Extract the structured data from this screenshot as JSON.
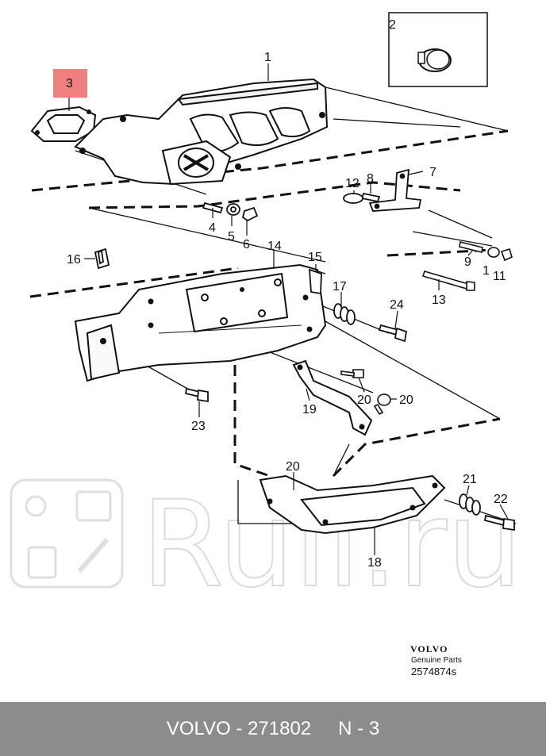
{
  "callouts": {
    "c1": "1",
    "c2": "2",
    "c3": "3",
    "c4": "4",
    "c5": "5",
    "c6": "6",
    "c7": "7",
    "c8": "8",
    "c9": "9",
    "c10": "1",
    "c11": "11",
    "c12": "12",
    "c13": "13",
    "c14": "14",
    "c15": "15",
    "c16": "16",
    "c17": "17",
    "c18": "18",
    "c19": "19",
    "c20a": "20",
    "c20b": "20",
    "c20c": "20",
    "c21": "21",
    "c22": "22",
    "c23": "23",
    "c24": "24"
  },
  "highlight_color": "#f08080",
  "brand": {
    "name": "VOLVO",
    "subtitle": "Genuine Parts",
    "code": "2574874s"
  },
  "watermark": {
    "text": "Rull.ru"
  },
  "footer": {
    "part": "VOLVO - 271802",
    "page": "N - 3"
  }
}
